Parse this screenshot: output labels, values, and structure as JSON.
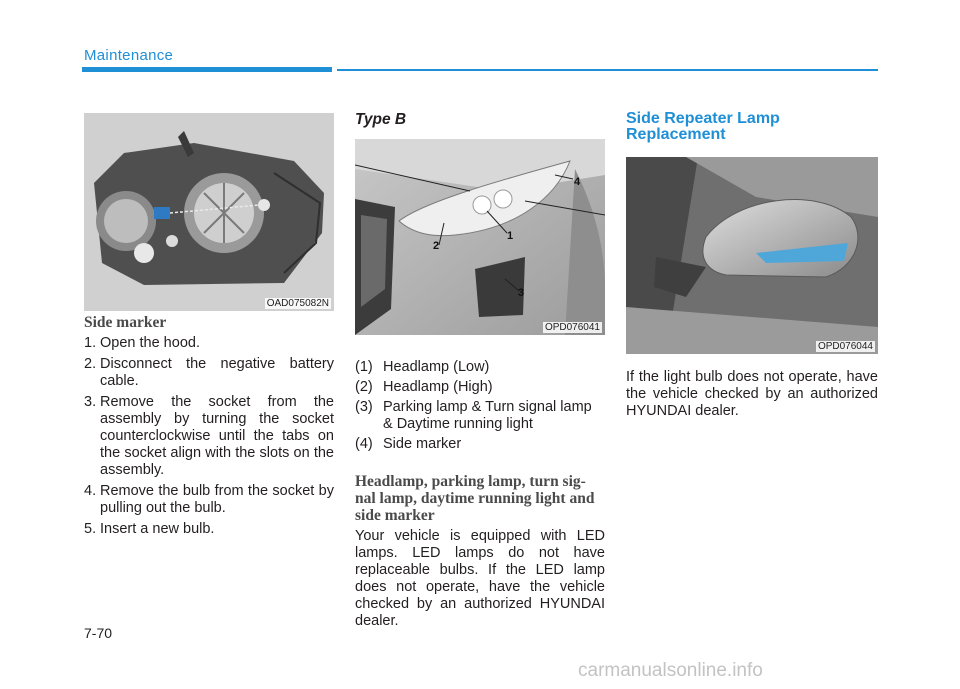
{
  "header": {
    "section_title": "Maintenance"
  },
  "figures": {
    "side_marker": {
      "code": "OAD075082N"
    },
    "type_b": {
      "code": "OPD076041",
      "callouts": [
        "1",
        "2",
        "3",
        "4"
      ]
    },
    "side_repeater": {
      "code": "OPD076044"
    }
  },
  "side_marker": {
    "heading": "Side marker",
    "steps": [
      {
        "num": "1.",
        "text": "Open the hood."
      },
      {
        "num": "2.",
        "text": "Disconnect the negative battery cable."
      },
      {
        "num": "3.",
        "text": "Remove the socket from the assembly by turning the socket counterclockwise until the tabs on the socket align with the slots on the assembly."
      },
      {
        "num": "4.",
        "text": "Remove the bulb from the socket by pulling out the bulb."
      },
      {
        "num": "5.",
        "text": "Insert a new bulb."
      }
    ]
  },
  "type_b": {
    "heading": "Type B",
    "items": [
      {
        "num": "(1)",
        "text": "Headlamp (Low)"
      },
      {
        "num": "(2)",
        "text": "Headlamp (High)"
      },
      {
        "num": "(3)",
        "text": "Parking lamp & Turn signal lamp & Daytime running light"
      },
      {
        "num": "(4)",
        "text": "Side marker"
      }
    ],
    "subheading": "Headlamp, parking lamp, turn sig-nal lamp, daytime running light and side marker",
    "body": "Your vehicle is equipped with LED lamps. LED lamps do not have replaceable bulbs. If the LED lamp does not operate, have the vehicle checked by an authorized HYUNDAI dealer."
  },
  "side_repeater": {
    "title": "Side Repeater Lamp Replacement",
    "body": "If the light bulb does not operate, have the vehicle checked by an authorized HYUNDAI dealer."
  },
  "footer": {
    "page_number": "7-70",
    "watermark": "carmanualsonline.info"
  }
}
